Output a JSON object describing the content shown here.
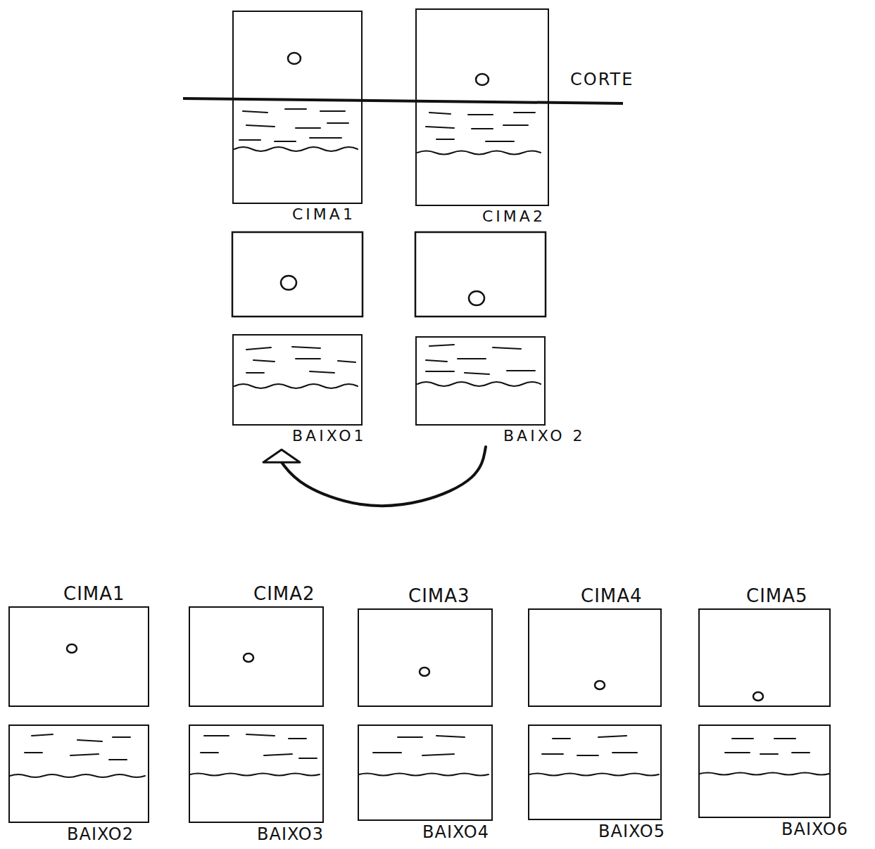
{
  "diagram": {
    "nodes": [
      {
        "text": [
          "CIMA1"
        ]
      },
      {
        "text": [
          "CIMA2"
        ]
      },
      {
        "text": [
          "BAIXO1"
        ]
      },
      {
        "text": [
          "BAIXO 2"
        ]
      },
      {
        "text": [
          "CIMA1"
        ]
      },
      {
        "text": [
          "CIMA2"
        ]
      },
      {
        "text": [
          "CIMA3"
        ]
      },
      {
        "text": [
          "CIMA4"
        ]
      },
      {
        "text": [
          "CIMA5"
        ]
      },
      {
        "text": [
          "BAIXO2"
        ]
      },
      {
        "text": [
          "BAIXO3"
        ]
      },
      {
        "text": [
          "BAIXO4"
        ]
      },
      {
        "text": [
          "BAIXO5"
        ]
      },
      {
        "text": [
          "BAIXO6"
        ]
      }
    ],
    "edges": [
      {
        "from": 3,
        "to": 2,
        "arrow": "to"
      }
    ],
    "labels": [
      "CORTE"
    ]
  }
}
